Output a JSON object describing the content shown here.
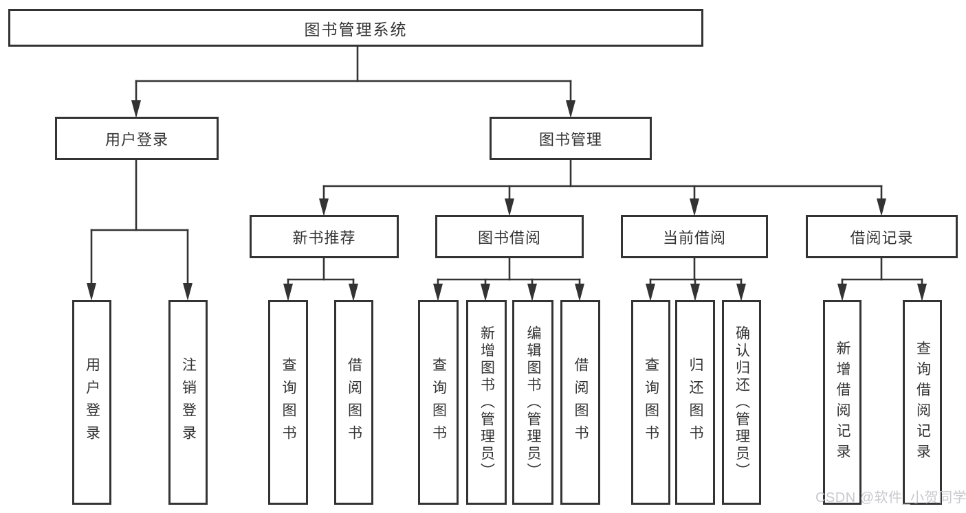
{
  "diagram": {
    "title": "图书管理系统",
    "type": "functional-structure-tree",
    "colors": {
      "line": "#333333",
      "border": "#333333",
      "text": "#333333",
      "background": "#ffffff",
      "watermark": "#c6c6cb"
    },
    "nodes": {
      "root": "图书管理系统",
      "user_login": "用户登录",
      "book_mgmt": "图书管理",
      "new_book_rec": "新书推荐",
      "book_borrow": "图书借阅",
      "current_borrow": "当前借阅",
      "borrow_record": "借阅记录",
      "leaf_user_login": "用户登录",
      "leaf_logout": "注销登录",
      "leaf_rec_query": "查询图书",
      "leaf_rec_borrow": "借阅图书",
      "leaf_bb_query": "查询图书",
      "leaf_bb_add": "新增图书（管理员）",
      "leaf_bb_edit": "编辑图书（管理员）",
      "leaf_bb_borrow": "借阅图书",
      "leaf_cb_query": "查询图书",
      "leaf_cb_return": "归还图书",
      "leaf_cb_confirm": "确认归还（管理员）",
      "leaf_br_add": "新增借阅记录",
      "leaf_br_query": "查询借阅记录"
    },
    "structure": {
      "图书管理系统": {
        "用户登录": [
          "用户登录",
          "注销登录"
        ],
        "图书管理": {
          "新书推荐": [
            "查询图书",
            "借阅图书"
          ],
          "图书借阅": [
            "查询图书",
            "新增图书（管理员）",
            "编辑图书（管理员）",
            "借阅图书"
          ],
          "当前借阅": [
            "查询图书",
            "归还图书",
            "确认归还（管理员）"
          ],
          "借阅记录": [
            "新增借阅记录",
            "查询借阅记录"
          ]
        }
      }
    },
    "watermark": "CSDN @软件_小贺同学"
  }
}
